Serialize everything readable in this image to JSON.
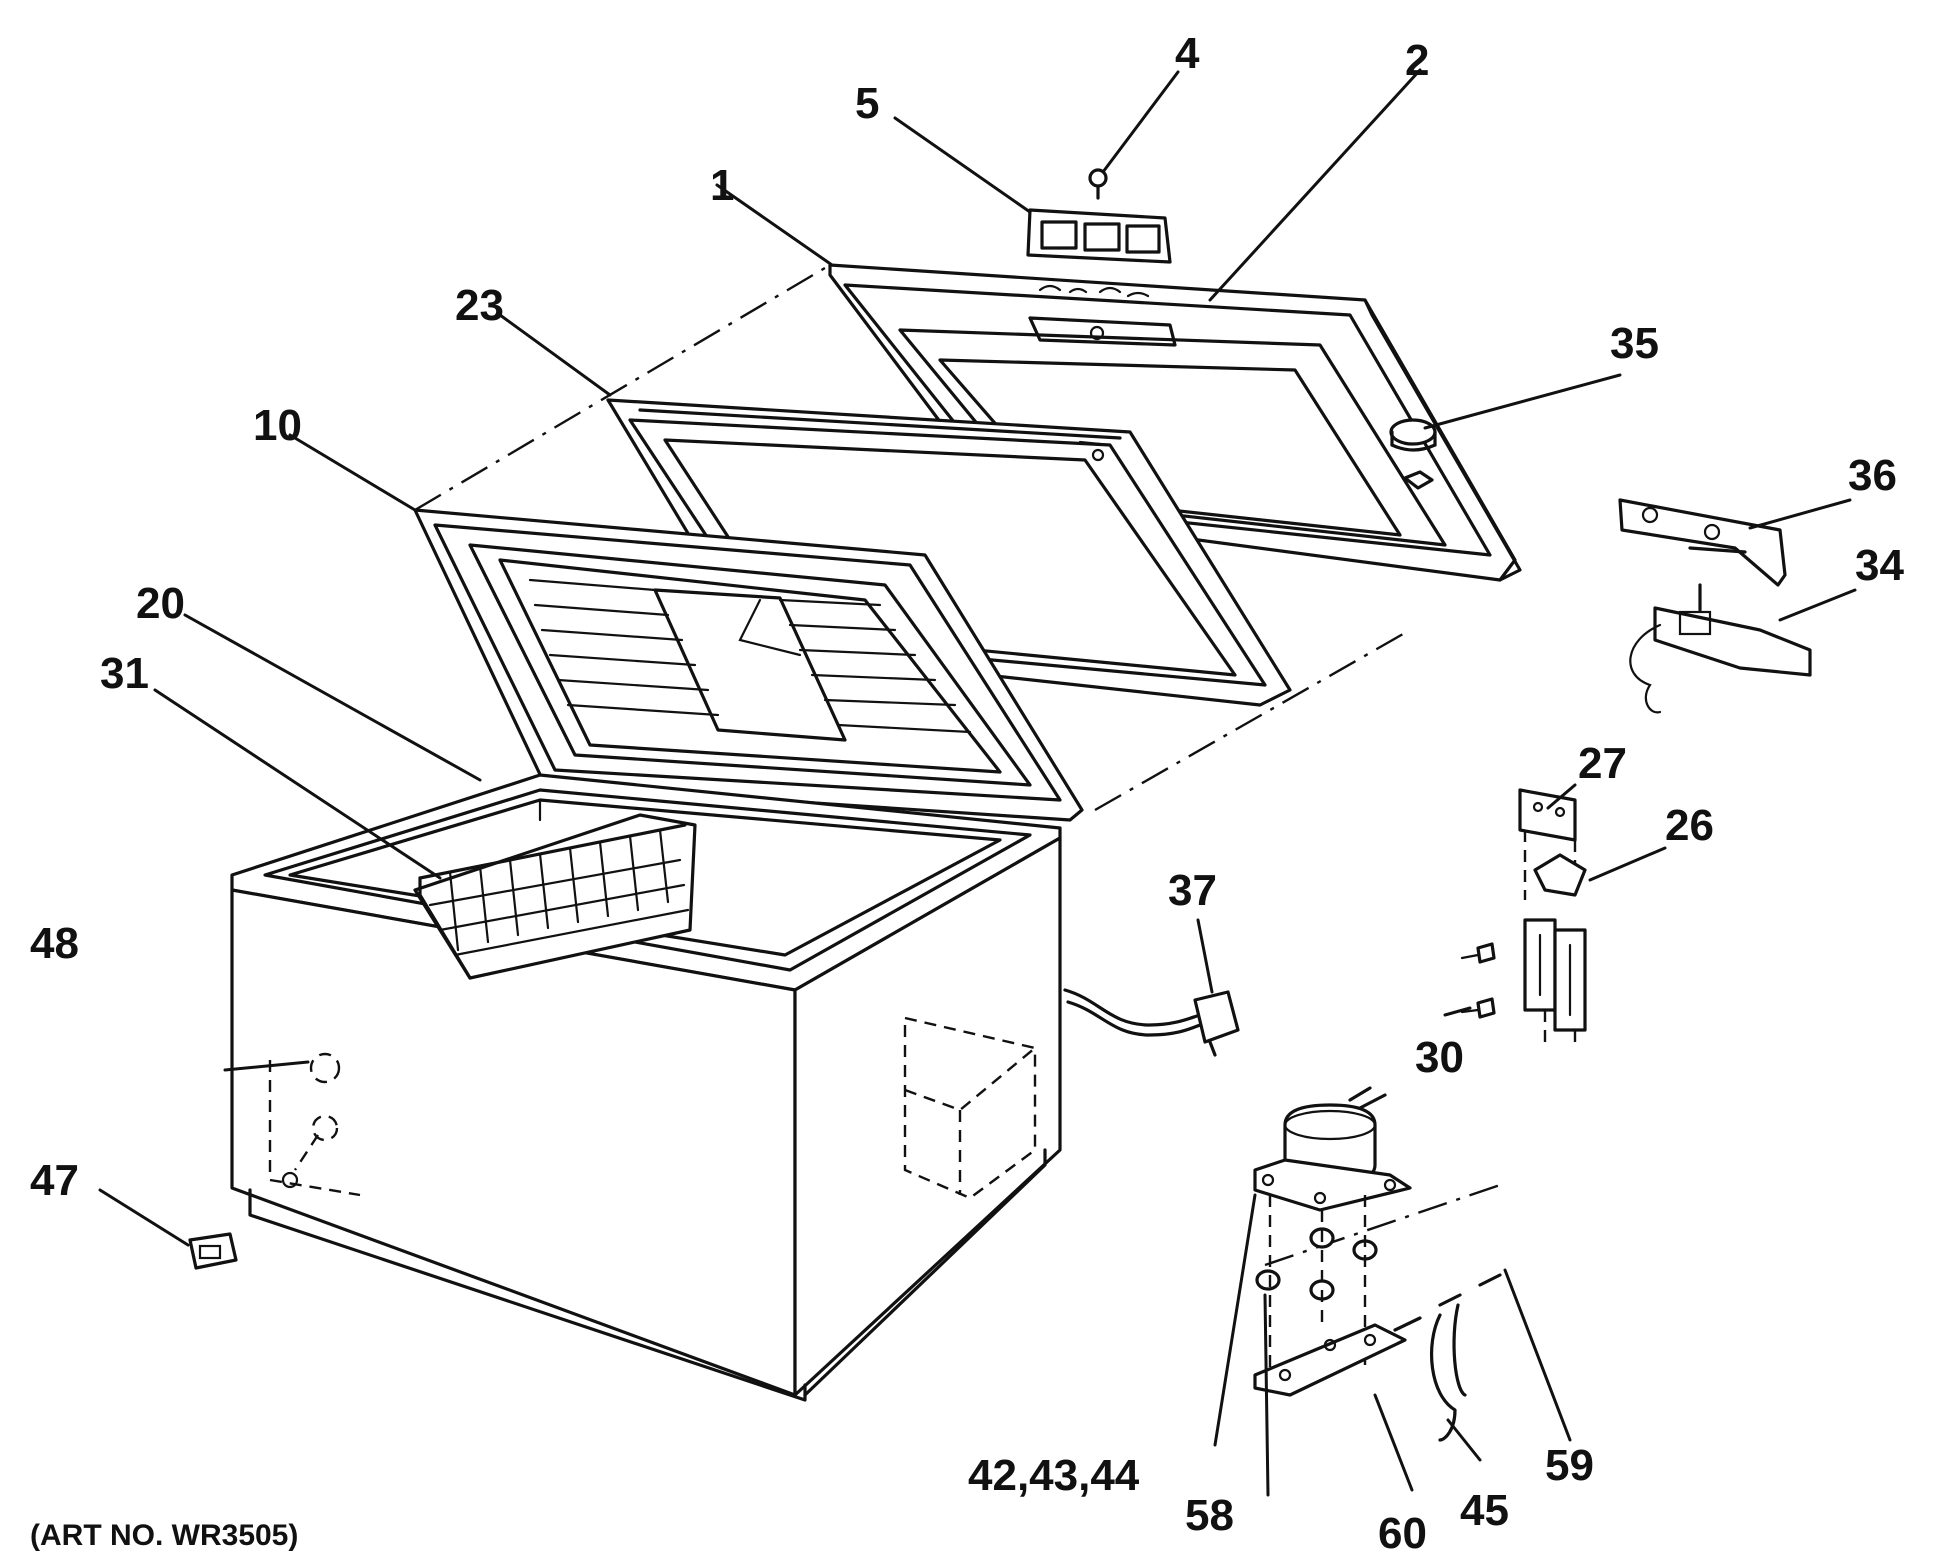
{
  "callouts": {
    "p1": "1",
    "p2": "2",
    "p4": "4",
    "p5": "5",
    "p10": "10",
    "p20": "20",
    "p23": "23",
    "p26": "26",
    "p27": "27",
    "p30": "30",
    "p31": "31",
    "p34": "34",
    "p35": "35",
    "p36": "36",
    "p37": "37",
    "p42_43_44": "42,43,44",
    "p45": "45",
    "p47": "47",
    "p48": "48",
    "p58": "58",
    "p59": "59",
    "p60": "60"
  },
  "art_number": "(ART NO. WR3505)"
}
